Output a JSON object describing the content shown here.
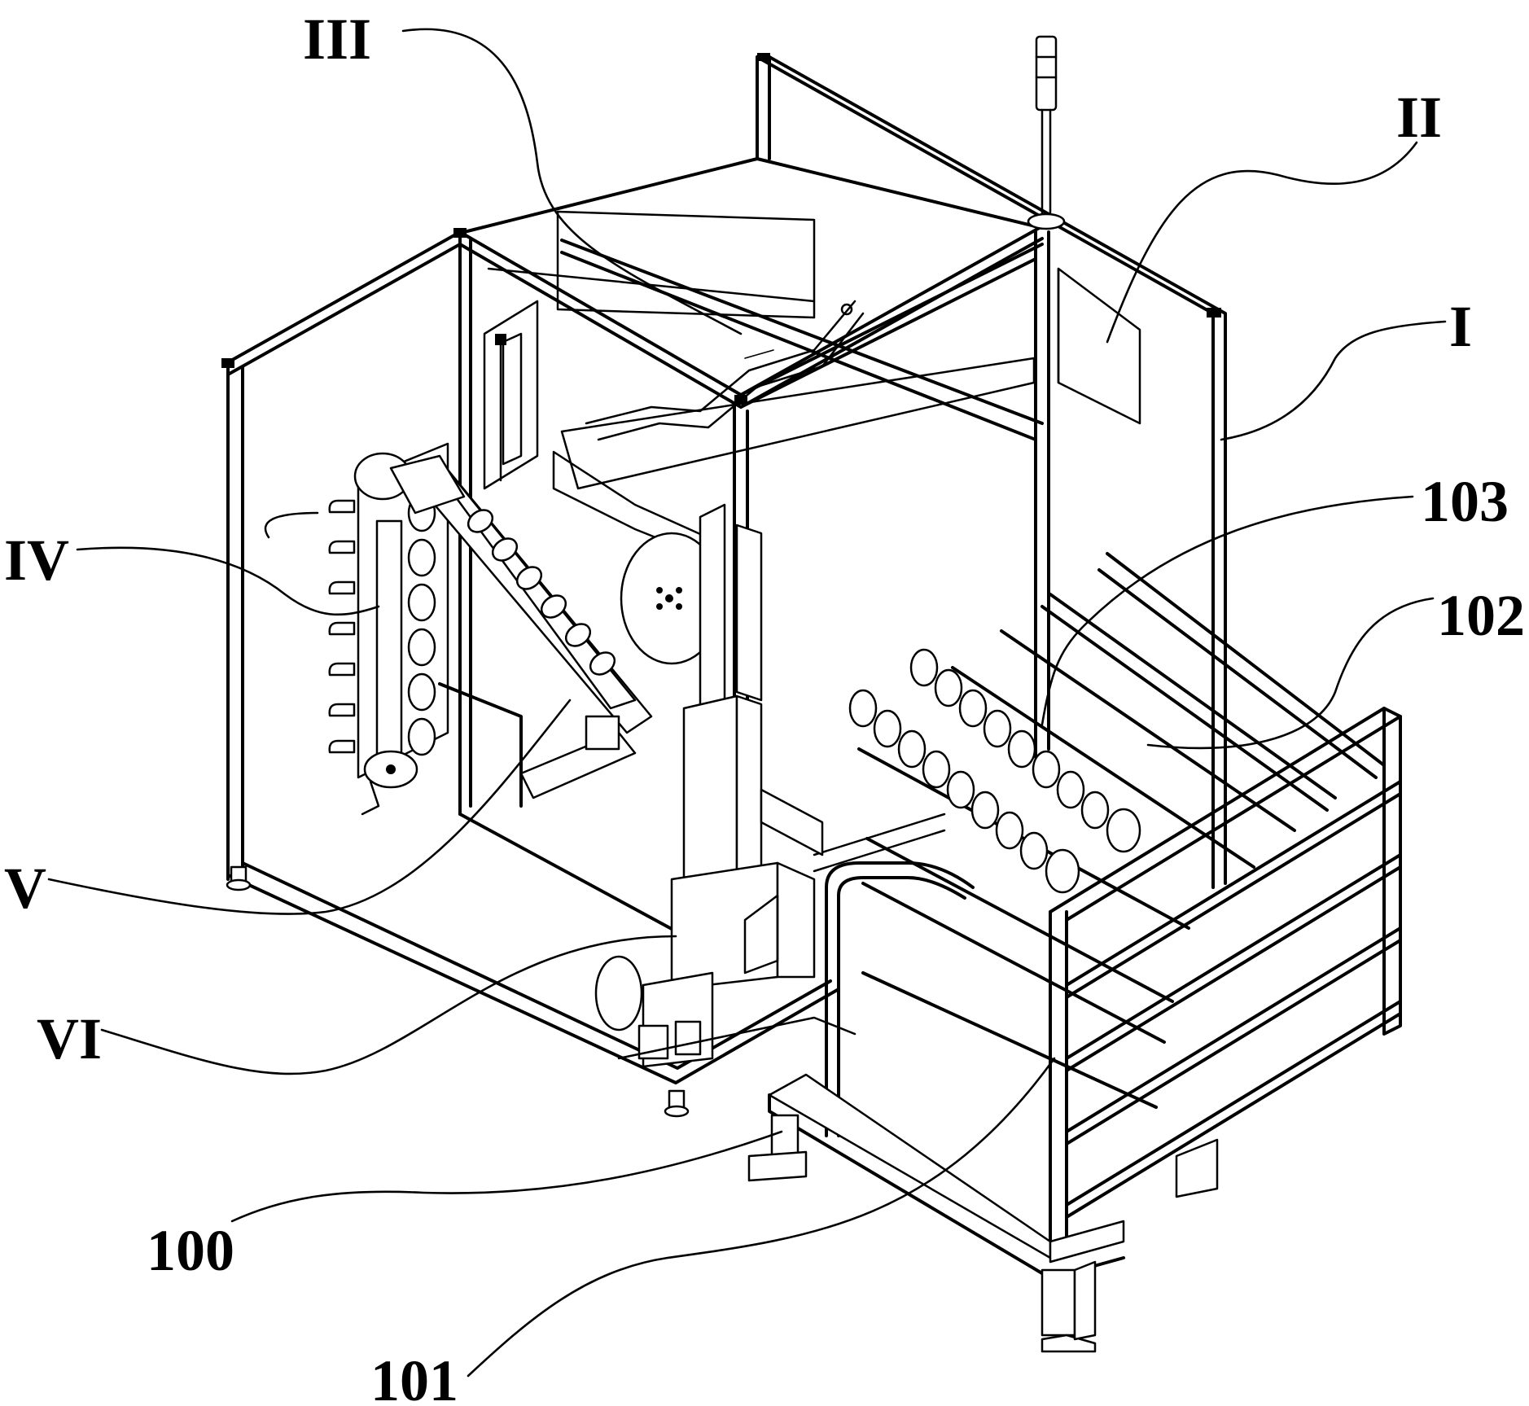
{
  "figure": {
    "labels": [
      {
        "id": "III",
        "text": "III",
        "points_to": "upper-frame-mechanism"
      },
      {
        "id": "II",
        "text": "II",
        "points_to": "upper-right-panel"
      },
      {
        "id": "I",
        "text": "I",
        "points_to": "main-frame"
      },
      {
        "id": "103",
        "text": "103",
        "points_to": "roller-rack-rollers"
      },
      {
        "id": "102",
        "text": "102",
        "points_to": "roller-rack-rails"
      },
      {
        "id": "IV",
        "text": "IV",
        "points_to": "chain-conveyor"
      },
      {
        "id": "V",
        "text": "V",
        "points_to": "inclined-conveyor"
      },
      {
        "id": "VI",
        "text": "VI",
        "points_to": "vertical-lift-column"
      },
      {
        "id": "100",
        "text": "100",
        "points_to": "cart-base"
      },
      {
        "id": "101",
        "text": "101",
        "points_to": "cart-frame"
      }
    ]
  },
  "colors": {
    "line": "#000000",
    "background": "#ffffff"
  }
}
